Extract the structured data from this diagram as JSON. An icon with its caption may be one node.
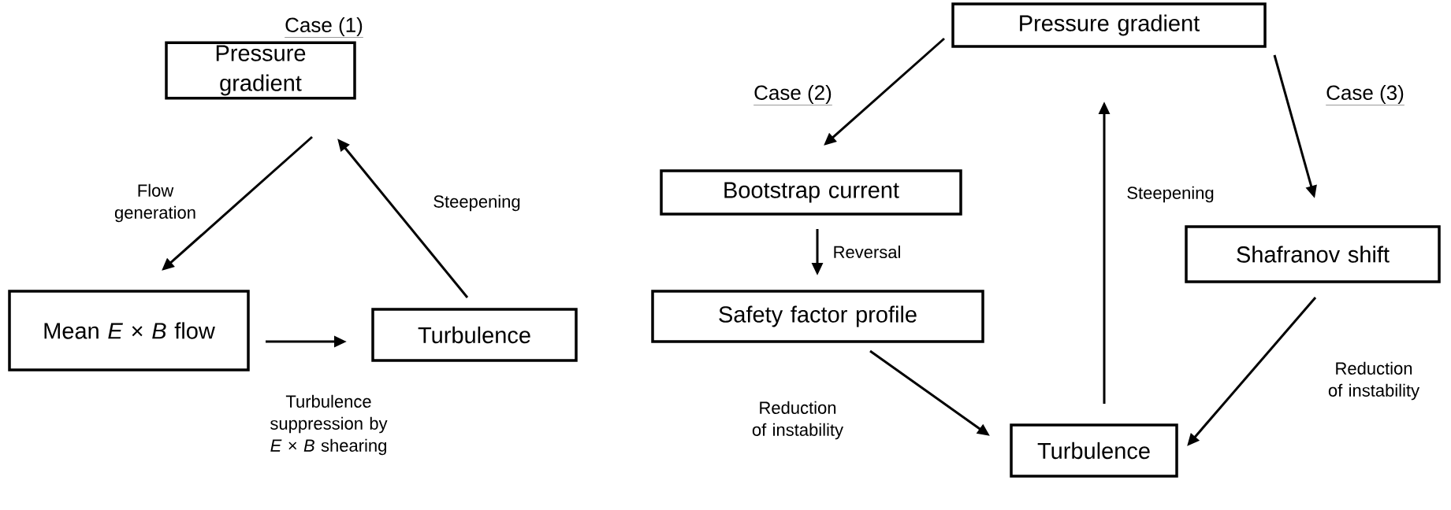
{
  "diagram": {
    "nodes": [
      {
        "text": [
          "Pressure gradient"
        ]
      },
      {
        "text": [
          "Mean *E* × *B* flow"
        ]
      },
      {
        "text": [
          "Turbulence"
        ]
      },
      {
        "text": [
          "Pressure gradient"
        ]
      },
      {
        "text": [
          "Bootstrap current"
        ]
      },
      {
        "text": [
          "Safety factor profile"
        ]
      },
      {
        "text": [
          "Shafranov shift"
        ]
      },
      {
        "text": [
          "Turbulence"
        ]
      }
    ],
    "edges": [
      {
        "from": 0,
        "to": 1,
        "arrow": "to",
        "label": "Flow generation"
      },
      {
        "from": 2,
        "to": 0,
        "arrow": "to",
        "label": "Steepening"
      },
      {
        "from": 1,
        "to": 2,
        "arrow": "to",
        "label": "Turbulence suppression by *E* × *B* shearing"
      },
      {
        "from": 3,
        "to": 4,
        "arrow": "to"
      },
      {
        "from": 4,
        "to": 5,
        "arrow": "to",
        "label": "Reversal"
      },
      {
        "from": 5,
        "to": 7,
        "arrow": "to",
        "label": "Reduction of instability"
      },
      {
        "from": 7,
        "to": 3,
        "arrow": "to",
        "label": "Steepening"
      },
      {
        "from": 3,
        "to": 6,
        "arrow": "to"
      },
      {
        "from": 6,
        "to": 7,
        "arrow": "to",
        "label": "Reduction of instability"
      }
    ],
    "labels": [
      "Case (1)",
      "Case (2)",
      "Case (3)"
    ]
  }
}
